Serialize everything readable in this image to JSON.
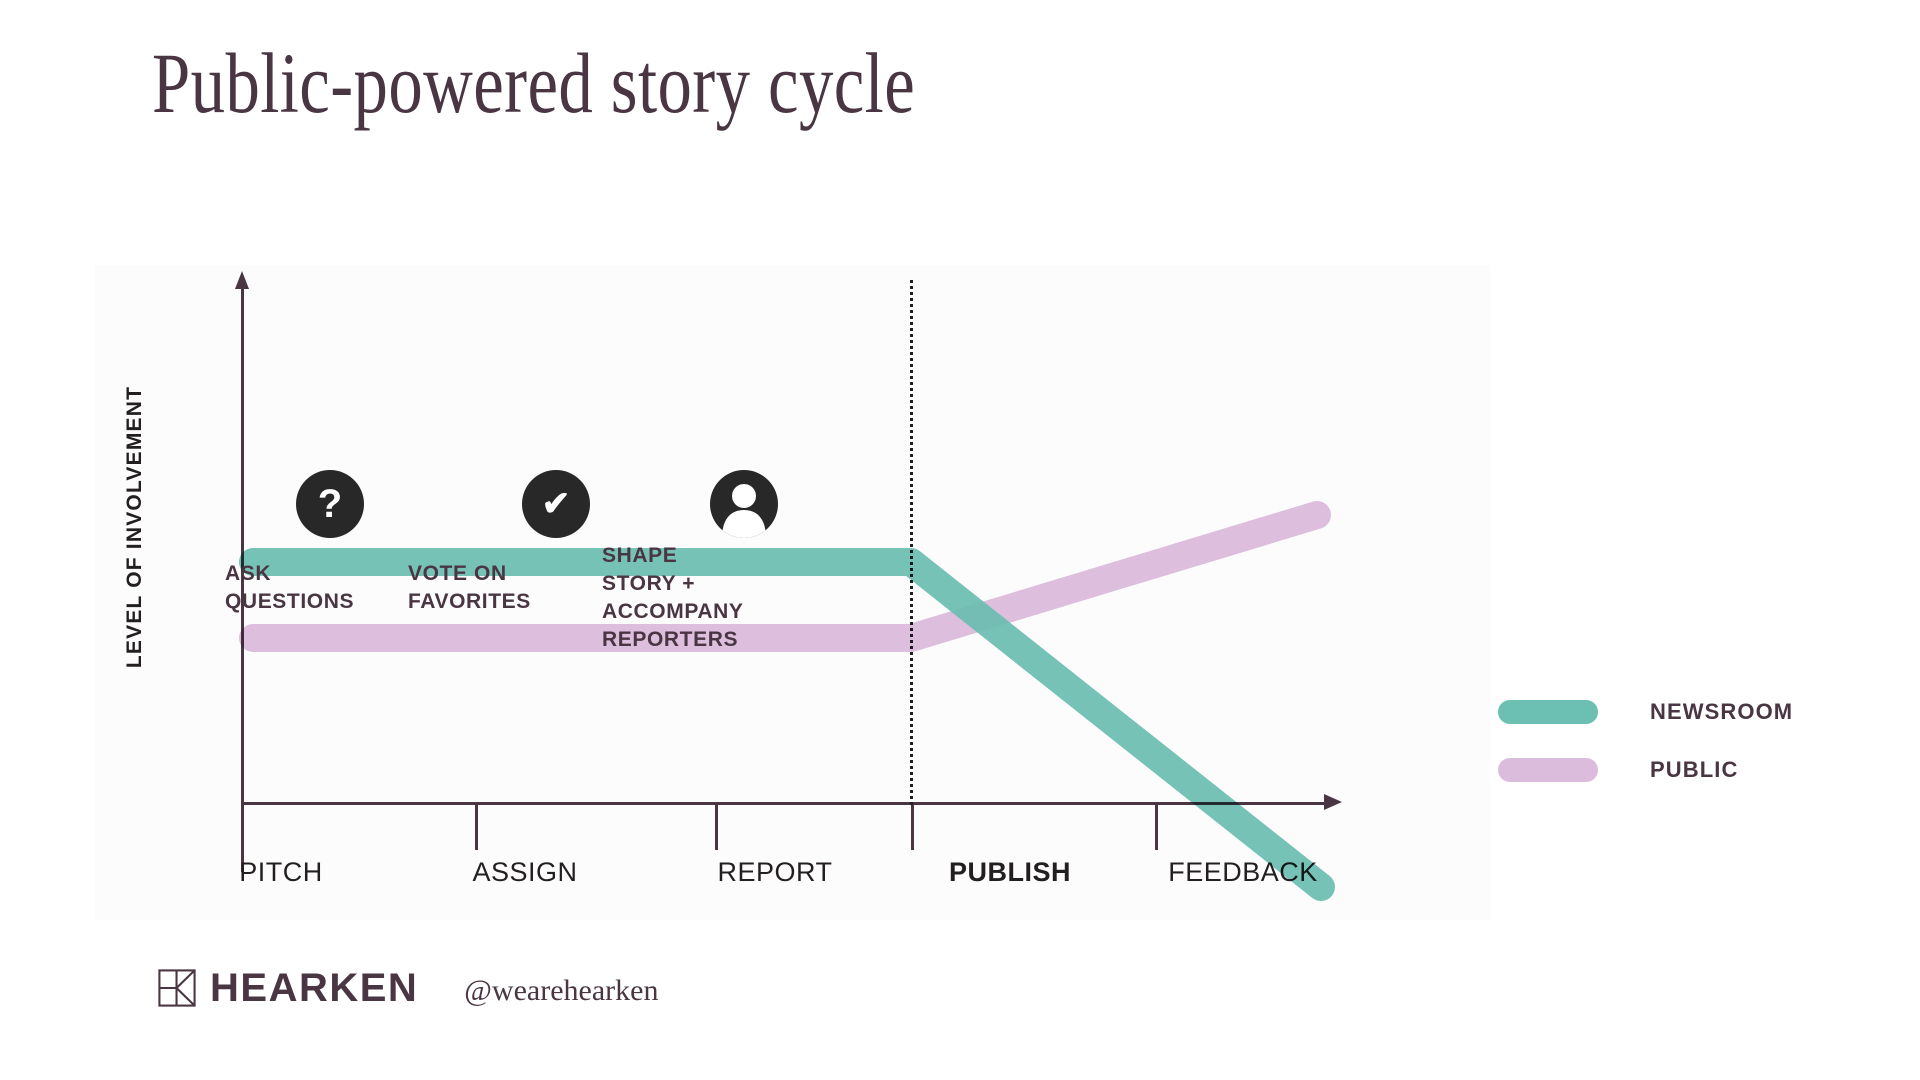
{
  "slide": {
    "title": "Public-powered story cycle",
    "background_color": "#ffffff",
    "panel_color": "#fdfcfd",
    "ink_color": "#4a3643"
  },
  "chart_data": {
    "type": "line",
    "title": "Public-powered story cycle",
    "xlabel": "",
    "ylabel": "LEVEL OF INVOLVEMENT",
    "categories": [
      "PITCH",
      "ASSIGN",
      "REPORT",
      "PUBLISH",
      "FEEDBACK"
    ],
    "grid": false,
    "legend_position": "right",
    "annotations": [
      {
        "kind": "vertical-dotted-line",
        "at": "PUBLISH",
        "label": "PUBLISH"
      }
    ],
    "series": [
      {
        "name": "NEWSROOM",
        "color": "#6cc0b3",
        "values": [
          82,
          82,
          82,
          82,
          8
        ],
        "note": "High and flat through PUBLISH, then falls steeply to FEEDBACK"
      },
      {
        "name": "PUBLIC",
        "color": "#dcbcdc",
        "values": [
          58,
          58,
          58,
          58,
          92
        ],
        "note": "Flat through PUBLISH, then rises steeply to FEEDBACK"
      }
    ],
    "ylim": [
      0,
      100
    ],
    "yticks": []
  },
  "axis": {
    "y_label": "LEVEL OF INVOLVEMENT",
    "ticks": [
      {
        "label": "PITCH",
        "bold": false
      },
      {
        "label": "ASSIGN",
        "bold": false
      },
      {
        "label": "REPORT",
        "bold": false
      },
      {
        "label": "PUBLISH",
        "bold": true
      },
      {
        "label": "FEEDBACK",
        "bold": false
      }
    ]
  },
  "steps": [
    {
      "icon": "question-mark-icon",
      "glyph": "?",
      "label": "ASK\nQUESTIONS"
    },
    {
      "icon": "checkmark-icon",
      "glyph": "✔",
      "label": "VOTE ON\nFAVORITES"
    },
    {
      "icon": "person-icon",
      "glyph": "person",
      "label": "SHAPE STORY +\nACCOMPANY\nREPORTERS"
    }
  ],
  "legend": {
    "items": [
      {
        "label": "NEWSROOM",
        "color": "#6cc0b3"
      },
      {
        "label": "PUBLIC",
        "color": "#dcbcdc"
      }
    ]
  },
  "footer": {
    "logo_mark": "hearken-logo-icon",
    "brand": "HEARKEN",
    "handle": "@wearehearken"
  }
}
